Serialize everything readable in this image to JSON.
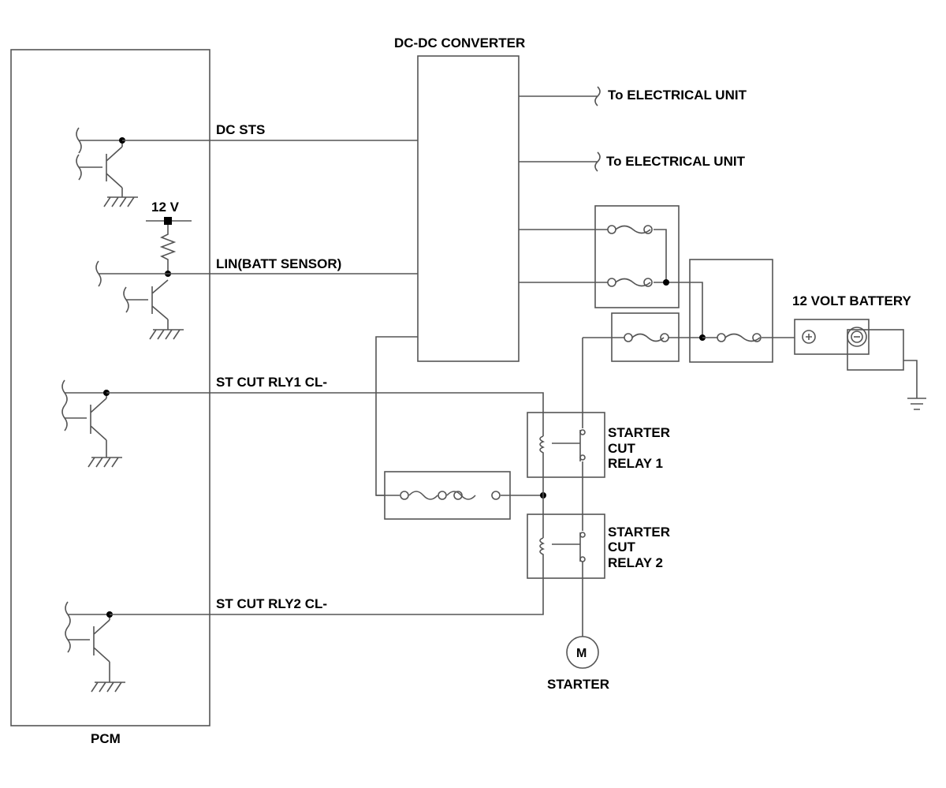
{
  "diagram": {
    "labels": {
      "pcm": "PCM",
      "dc_converter": "DC-DC CONVERTER",
      "to_electrical_unit_1": "To ELECTRICAL UNIT",
      "to_electrical_unit_2": "To ELECTRICAL UNIT",
      "dc_sts": "DC STS",
      "lin_batt_sensor": "LIN(BATT SENSOR)",
      "st_cut_rly1": "ST CUT RLY1 CL-",
      "st_cut_rly2": "ST CUT RLY2 CL-",
      "supply_12v": "12 V",
      "battery": "12 VOLT BATTERY",
      "relay1": [
        "STARTER",
        "CUT",
        "RELAY 1"
      ],
      "relay2": [
        "STARTER",
        "CUT",
        "RELAY 2"
      ],
      "motor_symbol": "M",
      "starter": "STARTER"
    },
    "colors": {
      "wire": "#555555",
      "text": "#000000",
      "background": "#ffffff"
    }
  }
}
